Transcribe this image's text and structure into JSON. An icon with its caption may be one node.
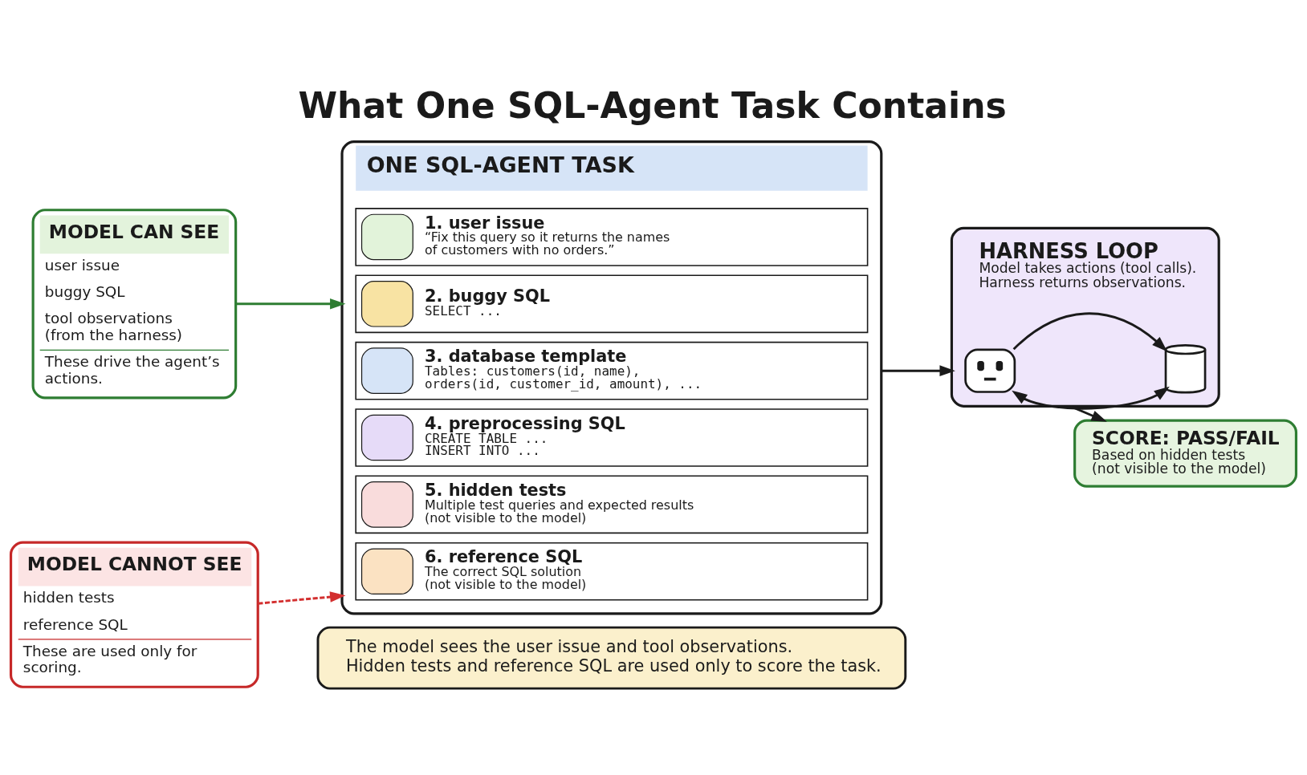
{
  "diagram": {
    "title": "What One SQL-Agent Task Contains",
    "nodes": [
      {
        "text": [
          "MODEL CAN SEE",
          "user issue",
          "buggy SQL",
          "tool observations (from the harness)",
          "These drive the agent’s actions."
        ]
      },
      {
        "text": [
          "MODEL CANNOT SEE",
          "hidden tests",
          "reference SQL",
          "These are used only for scoring."
        ]
      },
      {
        "text": [
          "ONE SQL-AGENT TASK"
        ]
      },
      {
        "text": [
          "1. user issue",
          "“Fix this query so it returns the names of customers with no orders.”"
        ],
        "in": 2
      },
      {
        "text": [
          "2. buggy SQL",
          "SELECT ..."
        ],
        "in": 2
      },
      {
        "text": [
          "3. database template",
          "Tables: customers(id, name), orders(id, customer_id, amount), ..."
        ],
        "in": 2
      },
      {
        "text": [
          "4. preprocessing SQL",
          "CREATE TABLE ...",
          "INSERT INTO ..."
        ],
        "in": 2
      },
      {
        "text": [
          "5. hidden tests",
          "Multiple test queries and expected results (not visible to the model)"
        ],
        "in": 2
      },
      {
        "text": [
          "6. reference SQL",
          "The correct SQL solution (not visible to the model)"
        ],
        "in": 2
      },
      {
        "text": [
          "HARNESS LOOP",
          "Model takes actions (tool calls). Harness returns observations."
        ]
      },
      {
        "text": [],
        "shape": "picture",
        "in": 9
      },
      {
        "text": [],
        "shape": "cylinder",
        "in": 9
      },
      {
        "text": [
          "SCORE: PASS/FAIL",
          "Based on hidden tests (not visible to the model)"
        ]
      },
      {
        "text": [
          "The model sees the user issue and tool observations. Hidden tests and reference SQL are used only to score the task."
        ]
      }
    ],
    "edges": [
      {
        "from": 0,
        "to": 2,
        "arrow": "to",
        "color": "#2e7d32"
      },
      {
        "from": 1,
        "to": 2,
        "arrow": "to",
        "style": "dashed",
        "color": "#d32f2f"
      },
      {
        "from": 2,
        "to": 9,
        "arrow": "to"
      },
      {
        "from": 10,
        "to": 11,
        "arrow": "to"
      },
      {
        "from": 10,
        "to": 11,
        "arrow": "both"
      },
      {
        "from": 9,
        "to": 12,
        "arrow": "to"
      }
    ]
  }
}
